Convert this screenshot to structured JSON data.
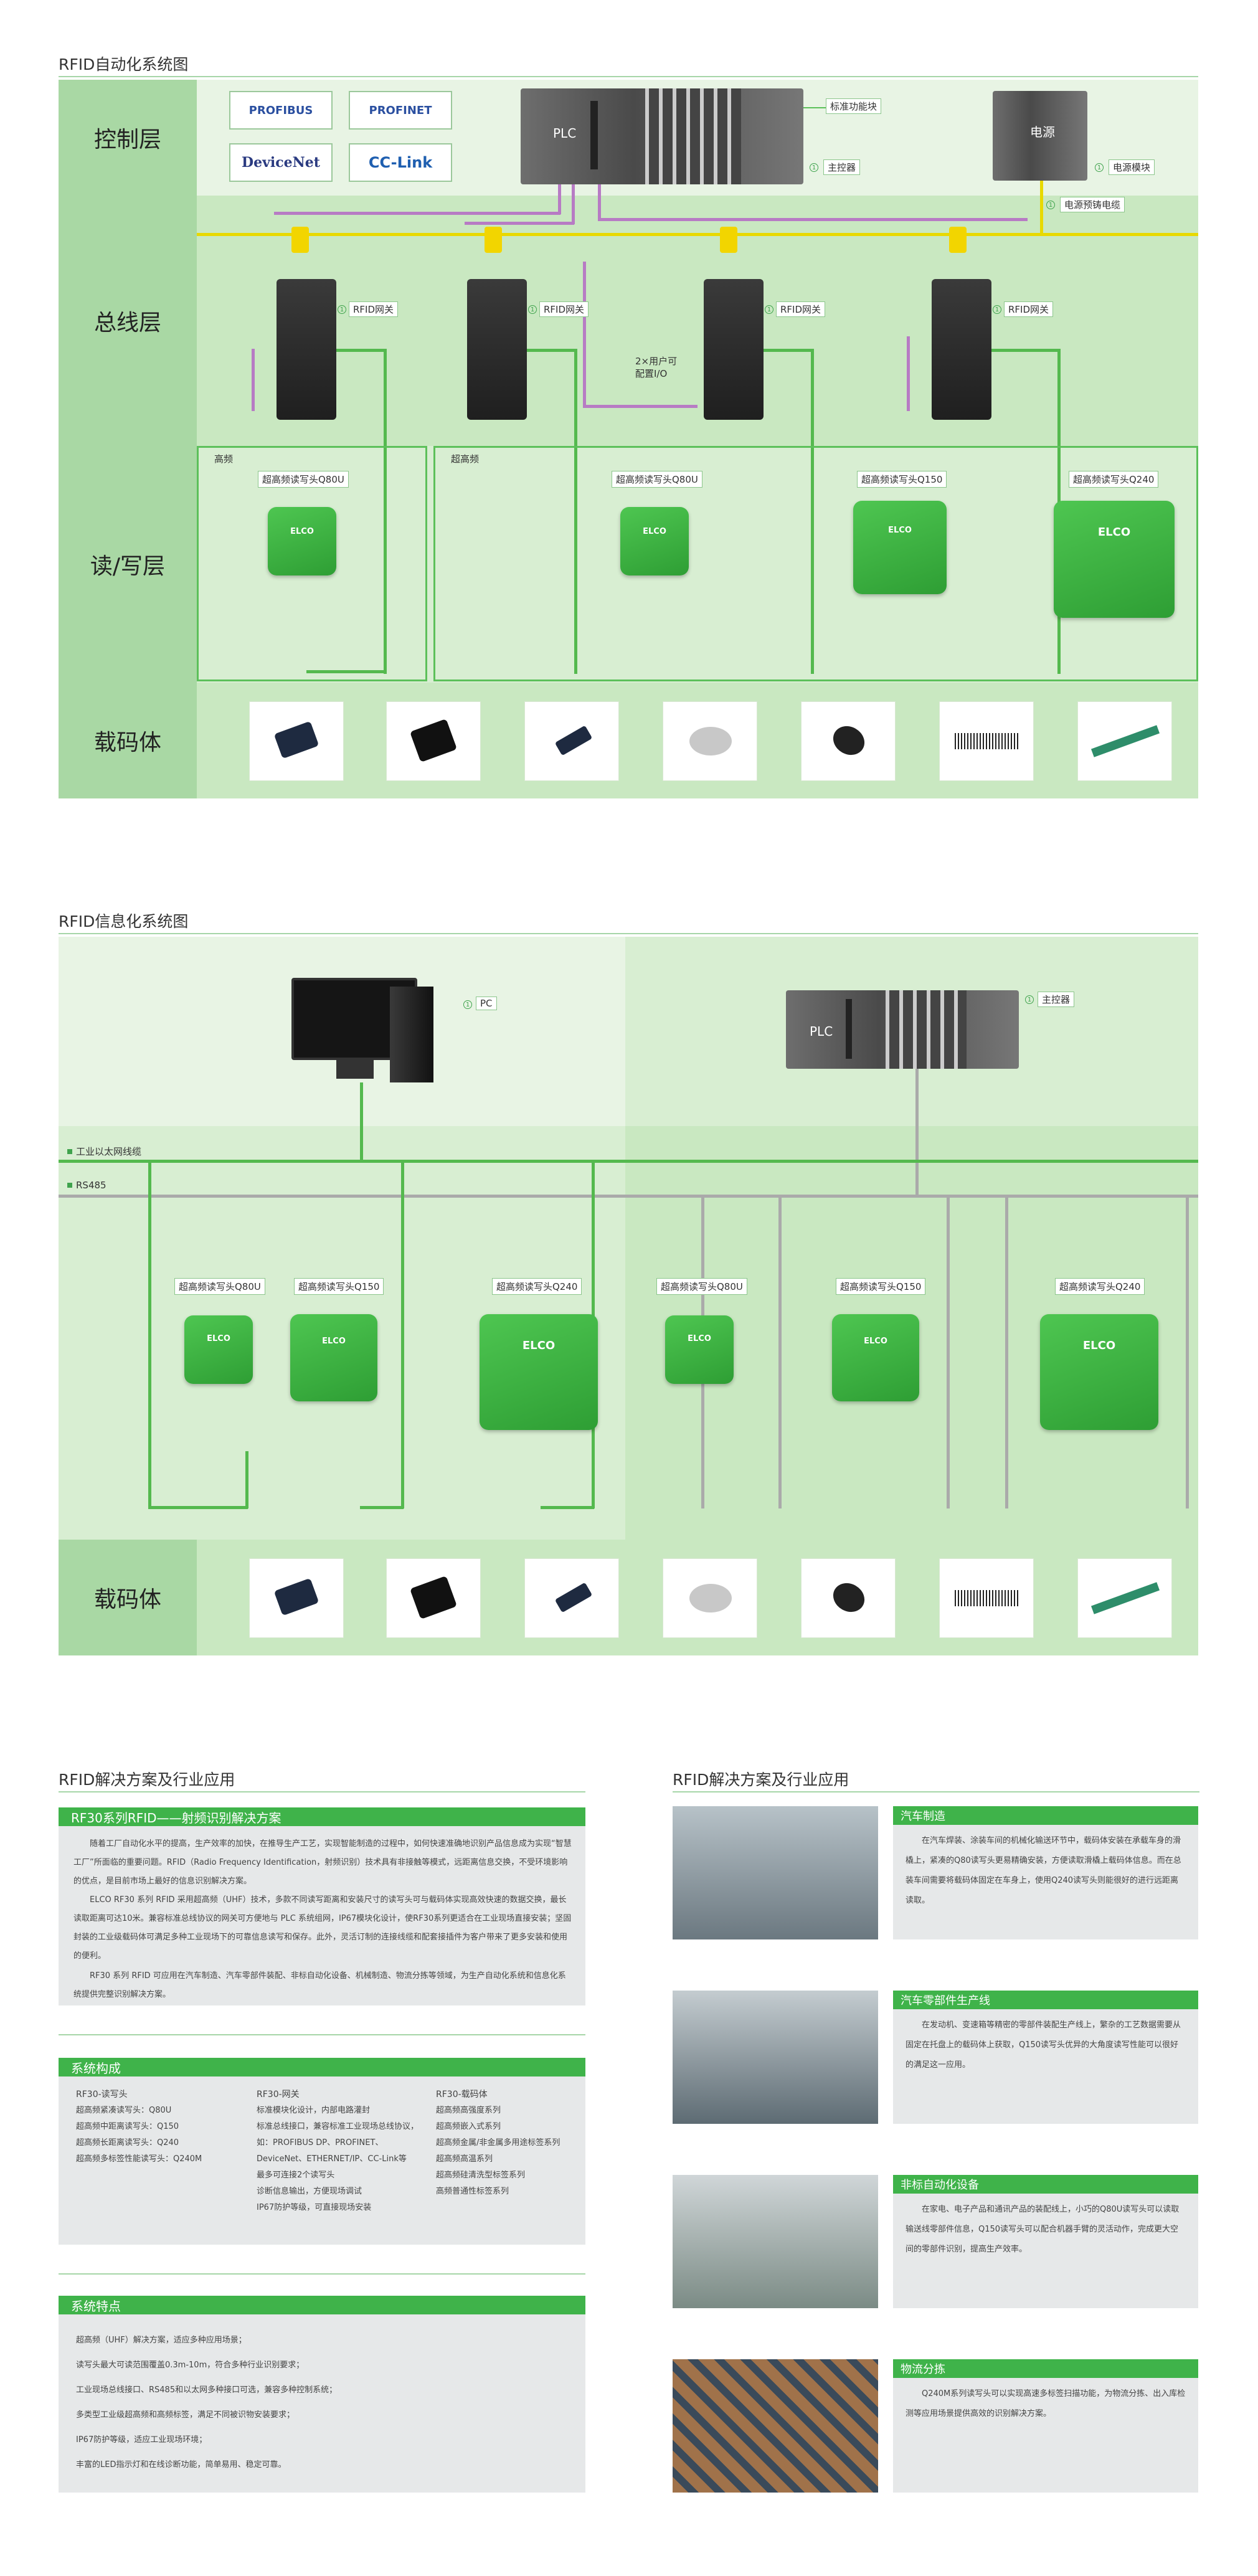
{
  "section1": {
    "title": "RFID自动化系统图",
    "layers": [
      "控制层",
      "总线层",
      "读/写层",
      "载码体"
    ],
    "bus_logos": [
      "PROFIBUS",
      "PROFINET",
      "DeviceNet",
      "CC-Link"
    ],
    "plc_label": "PLC",
    "power_label": "电源",
    "tag_std_module": "标准功能块",
    "tag_master": "主控器",
    "tag_power_module": "电源模块",
    "tag_power_cable": "电源预铸电缆",
    "gateway_label": "RFID网关",
    "user_io_label": "2×用户可\n配置I/O",
    "zone_high_freq": "高频",
    "zone_uhf": "超高频",
    "readers": [
      "超高频读写头Q80U",
      "超高频读写头Q80U",
      "超高频读写头Q150",
      "超高频读写头Q240"
    ],
    "reader_brand": "ELCO"
  },
  "section2": {
    "title": "RFID信息化系统图",
    "pc_label": "PC",
    "plc_label": "PLC",
    "master_label": "主控器",
    "ethernet_label": "工业以太网线缆",
    "rs485_label": "RS485",
    "readers": [
      "超高频读写头Q80U",
      "超高频读写头Q150",
      "超高频读写头Q240",
      "超高频读写头Q80U",
      "超高频读写头Q150",
      "超高频读写头Q240"
    ],
    "carrier_label": "载码体"
  },
  "section3": {
    "title_left": "RFID解决方案及行业应用",
    "title_right": "RFID解决方案及行业应用",
    "solution_head": "RF30系列RFID——射频识别解决方案",
    "solution_paras": [
      "随着工厂自动化水平的提高，生产效率的加快，在推导生产工艺，实现智能制造的过程中，如何快速准确地识别产品信息成为实现“智慧工厂”所面临的重要问题。RFID（Radio Frequency Identification，射频识别）技术具有非接触等模式，远距离信息交换，不受环境影响的优点，是目前市场上最好的信息识别解决方案。",
      "ELCO RF30 系列 RFID 采用超高频（UHF）技术，多款不同读写距离和安装尺寸的读写头可与载码体实现高效快速的数据交换，最长读取距离可达10米。兼容标准总线协议的网关可方便地与 PLC 系统组网，IP67模块化设计，使RF30系列更适合在工业现场直接安装；坚固封装的工业级载码体可满足多种工业现场下的可靠信息读写和保存。此外，灵活订制的连接线缆和配套接插件为客户带来了更多安装和使用的便利。",
      "RF30 系列 RFID 可应用在汽车制造、汽车零部件装配、非标自动化设备、机械制造、物流分拣等领域，为生产自动化系统和信息化系统提供完整识别解决方案。"
    ],
    "composition_head": "系统构成",
    "composition_cols": [
      {
        "title": "RF30-读写头",
        "items": [
          "超高频紧凑读写头：Q80U",
          "超高频中距离读写头：Q150",
          "超高频长距离读写头：Q240",
          "超高频多标签性能读写头：Q240M"
        ]
      },
      {
        "title": "RF30-网关",
        "items": [
          "标准模块化设计，内部电路灌封",
          "标准总线接口，兼容标准工业现场总线协议，如：PROFIBUS DP、PROFINET、DeviceNet、ETHERNET/IP、CC-Link等",
          "最多可连接2个读写头",
          "诊断信息输出，方便现场调试",
          "IP67防护等级，可直接现场安装"
        ]
      },
      {
        "title": "RF30-载码体",
        "items": [
          "超高频高强度系列",
          "超高频嵌入式系列",
          "超高频金属/非金属多用途标签系列",
          "超高频高温系列",
          "超高频硅清洗型标签系列",
          "高频普通性标签系列"
        ]
      }
    ],
    "features_head": "系统特点",
    "features": [
      "超高频（UHF）解决方案，适应多种应用场景；",
      "读写头最大可读范围覆盖0.3m-10m，符合多种行业识别要求；",
      "工业现场总线接口、RS485和以太网多种接口可选，兼容多种控制系统；",
      "多类型工业级超高频和高频标签，满足不同被识物安装要求；",
      "IP67防护等级，适应工业现场环境；",
      "丰富的LED指示灯和在线诊断功能，简单易用、稳定可靠。"
    ],
    "applications": [
      {
        "title": "汽车制造",
        "text": "在汽车焊装、涂装车间的机械化输送环节中，载码体安装在承载车身的滑橇上，紧凑的Q80读写头更易精确安装，方便读取滑橇上载码体信息。而在总装车间需要将载码体固定在车身上，使用Q240读写头则能很好的进行远距离读取。"
      },
      {
        "title": "汽车零部件生产线",
        "text": "在发动机、变速箱等精密的零部件装配生产线上，繁杂的工艺数据需要从固定在托盘上的载码体上获取，Q150读写头优异的大角度读写性能可以很好的满足这一应用。"
      },
      {
        "title": "非标自动化设备",
        "text": "在家电、电子产品和通讯产品的装配线上，小巧的Q80U读写头可以读取输送线零部件信息，Q150读写头可以配合机器手臂的灵活动作，完成更大空间的零部件识别，提高生产效率。"
      },
      {
        "title": "物流分拣",
        "text": "Q240M系列读写头可以实现高速多标签扫描功能，为物流分拣、出入库检测等应用场景提供高效的识别解决方案。"
      }
    ]
  }
}
